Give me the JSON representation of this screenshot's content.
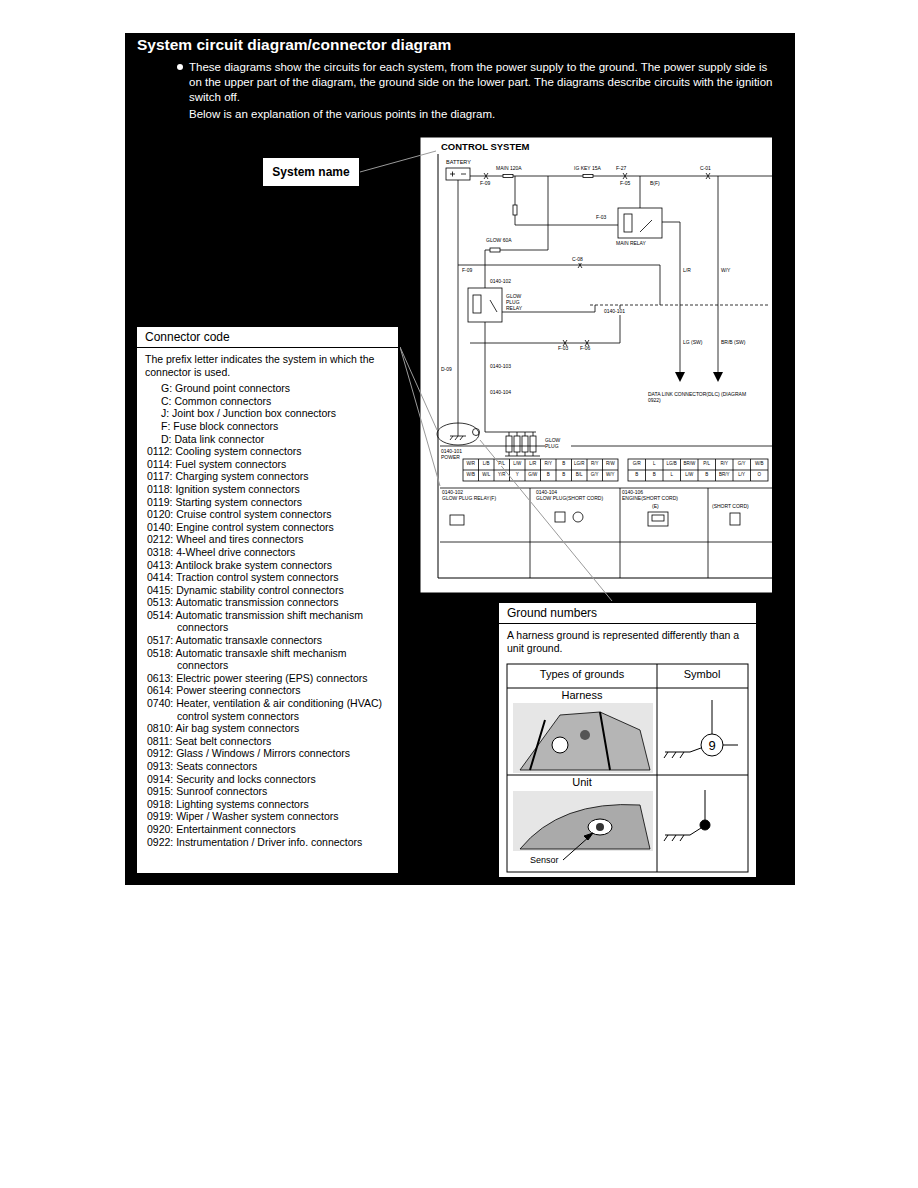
{
  "diagram": {
    "title": "System circuit diagram/connector diagram",
    "nodes": [
      {
        "text": [
          "System name"
        ]
      },
      {
        "text": [
          "Connector code",
          "The prefix letter indicates the system in which the connector is used.",
          "G: Ground point connectors",
          "C: Common connectors",
          "J: Joint box / Junction box connectors",
          "F: Fuse block connectors",
          "D: Data link connector",
          "0112: Cooling system connectors",
          "0114: Fuel system connectors",
          "0117: Charging system connectors",
          "0118: Ignition system connectors",
          "0119: Starting system connectors",
          "0120: Cruise control system connectors",
          "0140: Engine control system connectors",
          "0212: Wheel and tires connectors",
          "0318: 4-Wheel drive connectors",
          "0413: Antilock brake system connectors",
          "0414: Traction control system connectors",
          "0415: Dynamic stability control connectors",
          "0513: Automatic transmission connectors",
          "0514: Automatic transmission shift mechanism connectors",
          "0517: Automatic transaxle connectors",
          "0518: Automatic transaxle shift mechanism connectors",
          "0613: Electric power steering (EPS) connectors",
          "0614: Power steering connectors",
          "0740: Heater, ventilation & air conditioning (HVAC) control system connectors",
          "0810: Air bag system connectors",
          "0811: Seat belt connectors",
          "0912: Glass / Windows / Mirrors connectors",
          "0913: Seats connectors",
          "0914: Security and locks connectors",
          "0915: Sunroof connectors",
          "0918: Lighting systems connectors",
          "0919: Wiper / Washer system connectors",
          "0920: Entertainment connectors",
          "0922: Instrumentation / Driver info. connectors"
        ]
      },
      {
        "text": [
          "Ground numbers",
          "A harness ground is represented differently than a unit ground."
        ]
      }
    ],
    "labels": [
      "These diagrams show the circuits for each system, from the power supply to the ground. The power supply side is on the upper part of the diagram, the ground side on the lower part. The diagrams describe circuits with the ignition switch off.",
      "Below is an explanation of the various points in the diagram.",
      "CONTROL SYSTEM",
      "BATTERY",
      "MAIN 120A",
      "IG KEY 15A",
      "F-09",
      "F-27",
      "C-01",
      "F-05",
      "B(F)",
      "GLOW 60A",
      "MAIN RELAY",
      "F-03",
      "C-08",
      "F-09",
      "0140-102",
      "GLOW PLUG RELAY",
      "0140-103",
      "0140-104",
      "0140-101",
      "F-03",
      "F-06",
      "D-09",
      "GLOW PLUG",
      "L/R",
      "W/Y",
      "LG (SW)",
      "BR/B (SW)",
      "DATA LINK CONNECTOR(DLC) (DIAGRAM 0922)",
      "0140-101",
      "POWER",
      "0140-102",
      "GLOW PLUG RELAY(F)",
      "0140-104",
      "GLOW PLUG(SHORT CORD)",
      "0140-106",
      "ENGINE(SHORT CORD)",
      "(E)",
      "(SHORT CORD)",
      "Types of grounds",
      "Symbol",
      "Harness",
      "Unit",
      "9",
      "Sensor",
      "W/R",
      "L/B",
      "P/L",
      "L/W",
      "L/R",
      "R/Y",
      "B",
      "LG/R",
      "R/Y",
      "R/W",
      "W/B",
      "W/L",
      "Y/R",
      "Y",
      "G/W",
      "B",
      "B",
      "B/L",
      "G/Y",
      "W/Y",
      "G/R",
      "L",
      "LG/B",
      "BR/W",
      "P/L",
      "R/Y",
      "G/Y",
      "W/B",
      "B",
      "B",
      "L",
      "L/W",
      "B",
      "BR/Y",
      "L/Y",
      "O"
    ]
  }
}
